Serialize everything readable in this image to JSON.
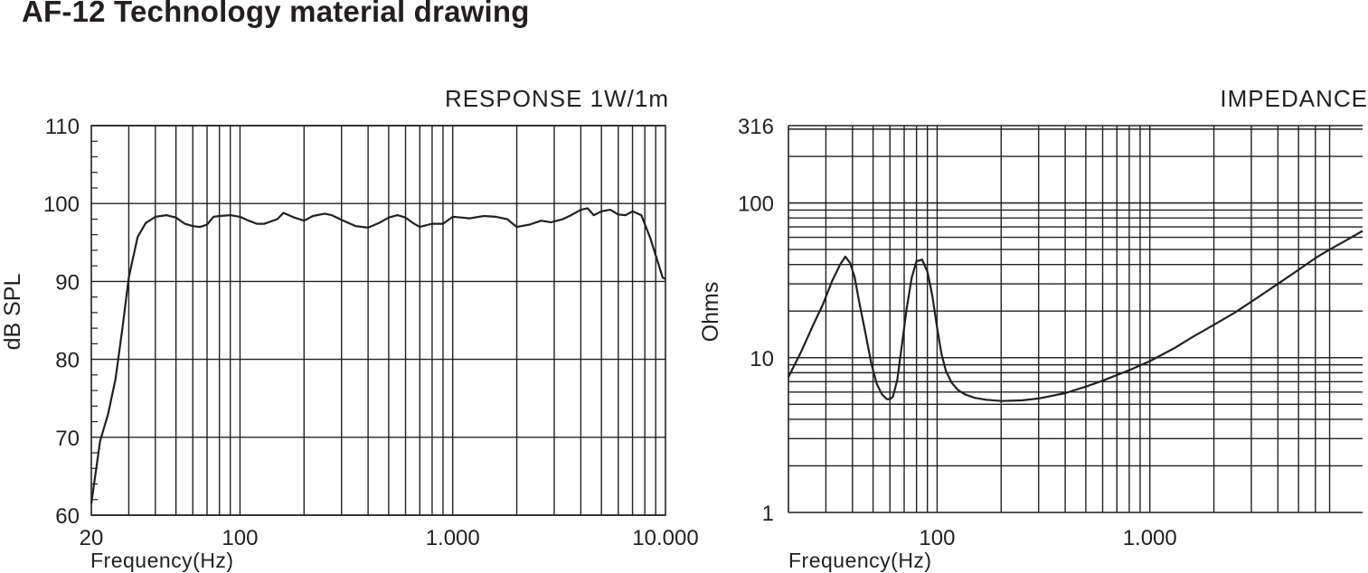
{
  "page": {
    "title": "AF-12 Technology material drawing"
  },
  "chart_data": [
    {
      "type": "line",
      "title": "RESPONSE 1W/1m",
      "xlabel": "Frequency(Hz)",
      "ylabel": "dB SPL",
      "xscale": "log",
      "xlim": [
        20,
        10000
      ],
      "ylim": [
        60,
        110
      ],
      "xticks": [
        {
          "value": 20,
          "label": "20"
        },
        {
          "value": 100,
          "label": "100"
        },
        {
          "value": 1000,
          "label": "1.000"
        },
        {
          "value": 10000,
          "label": "10.000"
        }
      ],
      "yticks": [
        {
          "value": 60,
          "label": "60"
        },
        {
          "value": 70,
          "label": "70"
        },
        {
          "value": 80,
          "label": "80"
        },
        {
          "value": 90,
          "label": "90"
        },
        {
          "value": 100,
          "label": "100"
        },
        {
          "value": 110,
          "label": "110"
        }
      ],
      "grid": true,
      "series": [
        {
          "x": [
            20,
            22,
            24,
            26,
            28,
            30,
            33,
            36,
            40,
            45,
            50,
            55,
            60,
            65,
            70,
            75,
            80,
            90,
            100,
            110,
            120,
            130,
            140,
            150,
            160,
            180,
            200,
            220,
            250,
            270,
            300,
            350,
            400,
            450,
            500,
            550,
            600,
            650,
            700,
            800,
            900,
            1000,
            1100,
            1200,
            1400,
            1600,
            1800,
            2000,
            2300,
            2600,
            2900,
            3300,
            3600,
            4000,
            4300,
            4600,
            5000,
            5500,
            6000,
            6500,
            7000,
            7700,
            8500,
            9200,
            9700,
            10000
          ],
          "y": [
            61.5,
            69.5,
            73,
            77.5,
            84,
            90.5,
            95.7,
            97.5,
            98.3,
            98.5,
            98.2,
            97.4,
            97.1,
            97.0,
            97.3,
            98.3,
            98.4,
            98.5,
            98.3,
            97.8,
            97.4,
            97.4,
            97.7,
            98.0,
            98.8,
            98.2,
            97.8,
            98.4,
            98.7,
            98.5,
            97.9,
            97.1,
            96.9,
            97.5,
            98.2,
            98.5,
            98.2,
            97.5,
            97.0,
            97.4,
            97.4,
            98.3,
            98.2,
            98.1,
            98.4,
            98.3,
            98.0,
            97.0,
            97.3,
            97.8,
            97.6,
            98.0,
            98.5,
            99.2,
            99.4,
            98.5,
            99.0,
            99.2,
            98.6,
            98.5,
            99.0,
            98.5,
            95.5,
            92.5,
            90.5,
            90.3
          ]
        }
      ]
    },
    {
      "type": "line",
      "title": "IMPEDANCE",
      "xlabel": "Frequency(Hz)",
      "ylabel": "Ohms",
      "xscale": "log",
      "yscale": "log",
      "xlim": [
        20,
        10000
      ],
      "ylim": [
        1,
        316
      ],
      "xticks": [
        {
          "value": 100,
          "label": "100"
        },
        {
          "value": 1000,
          "label": "1.000"
        }
      ],
      "yticks": [
        {
          "value": 1,
          "label": "1"
        },
        {
          "value": 10,
          "label": "10"
        },
        {
          "value": 100,
          "label": "100"
        },
        {
          "value": 316,
          "label": "316"
        }
      ],
      "grid": true,
      "series": [
        {
          "x": [
            20,
            23,
            26,
            29,
            32,
            35,
            37,
            39,
            41,
            43,
            46,
            49,
            52,
            55,
            58,
            60,
            62,
            65,
            68,
            72,
            76,
            80,
            85,
            90,
            95,
            100,
            105,
            110,
            117,
            125,
            135,
            150,
            170,
            200,
            250,
            300,
            400,
            500,
            600,
            800,
            1000,
            1300,
            1600,
            2000,
            2500,
            3000,
            4000,
            5000,
            6000,
            7000,
            8500,
            10000
          ],
          "y": [
            7.5,
            11,
            16,
            22,
            31,
            40,
            45,
            41,
            33,
            23,
            14.5,
            9.2,
            6.8,
            5.8,
            5.4,
            5.4,
            5.6,
            7.2,
            11.5,
            21,
            33,
            42,
            43,
            36,
            25,
            15.5,
            10.5,
            8.2,
            6.9,
            6.2,
            5.8,
            5.5,
            5.35,
            5.25,
            5.3,
            5.45,
            5.9,
            6.5,
            7.1,
            8.3,
            9.5,
            11.5,
            13.7,
            16.3,
            19.5,
            23,
            30,
            37,
            44,
            50,
            58,
            66
          ]
        }
      ]
    }
  ]
}
